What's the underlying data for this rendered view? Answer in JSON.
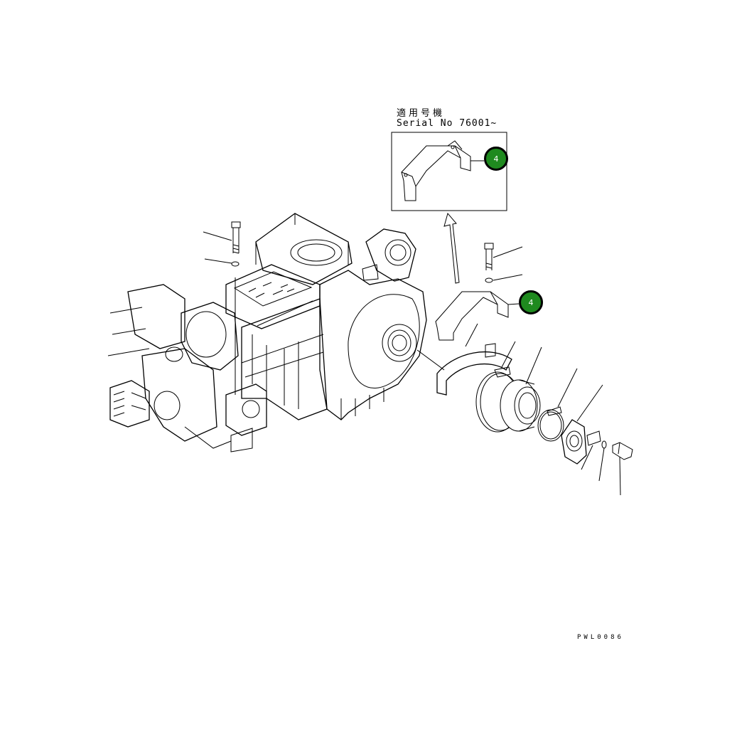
{
  "inset": {
    "serial_label_jp": "適用号機",
    "serial_label": "Serial No 76001~"
  },
  "callouts": {
    "inset_item": "4",
    "main_item": "4"
  },
  "figure_code": "PWL0086",
  "colors": {
    "callout_fill": "#1f8a1f",
    "line": "#000000",
    "background": "#ffffff"
  }
}
